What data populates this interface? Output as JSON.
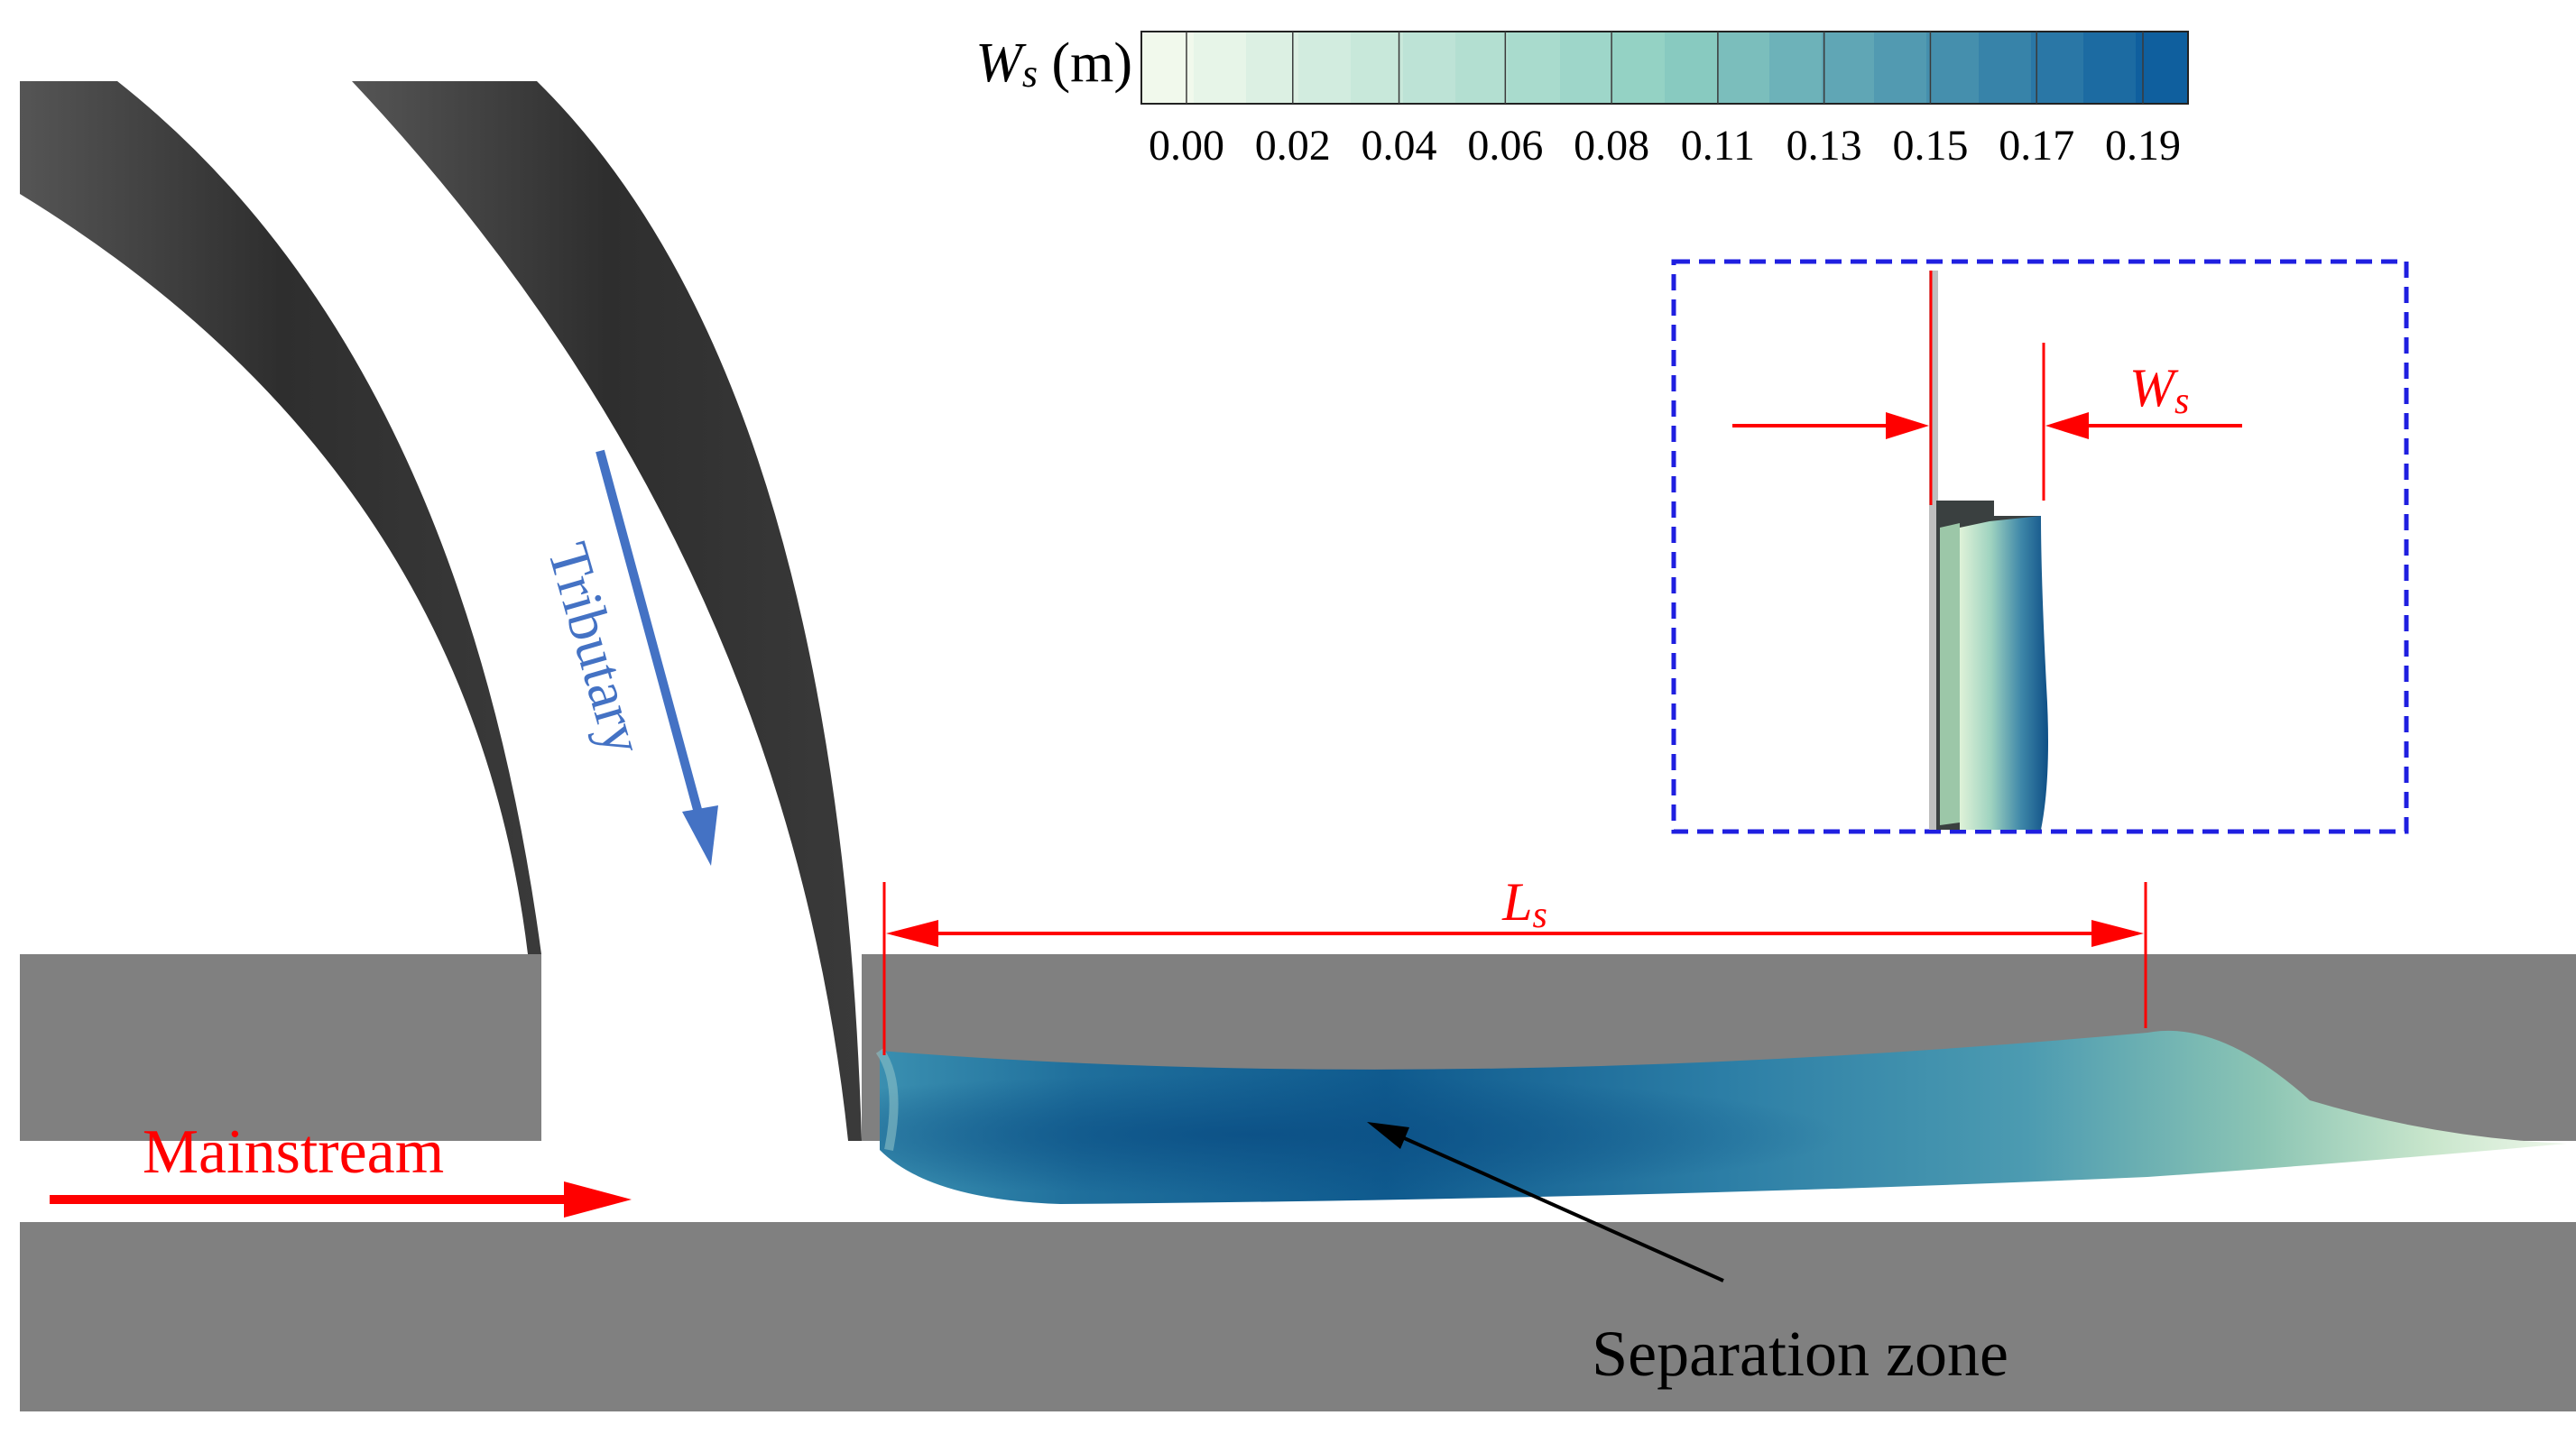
{
  "colorbar": {
    "symbol": "W",
    "symbol_sub": "s",
    "unit": " (m)",
    "ticks": [
      "0.00",
      "0.02",
      "0.04",
      "0.06",
      "0.08",
      "0.11",
      "0.13",
      "0.15",
      "0.17",
      "0.19"
    ],
    "range": [
      0.0,
      0.2
    ],
    "levels": 20,
    "color_low": "#f1f9ec",
    "color_mid": "#8fd0c2",
    "color_high": "#0f5f9e"
  },
  "labels": {
    "tributary": "Tributary",
    "mainstream": "Mainstream",
    "separation_zone": "Separation zone",
    "ls_symbol": "L",
    "ls_sub": "s",
    "ws_symbol": "W",
    "ws_sub": "s"
  },
  "colors": {
    "channel_wall": "#808080",
    "tributary_wall": "#3a3a3a",
    "mainstream_arrow": "#ff0000",
    "tributary_arrow": "#4472c4",
    "dimension_line": "#ff0000",
    "inset_border": "#1f1fe0",
    "annotation_arrow": "#000000"
  }
}
